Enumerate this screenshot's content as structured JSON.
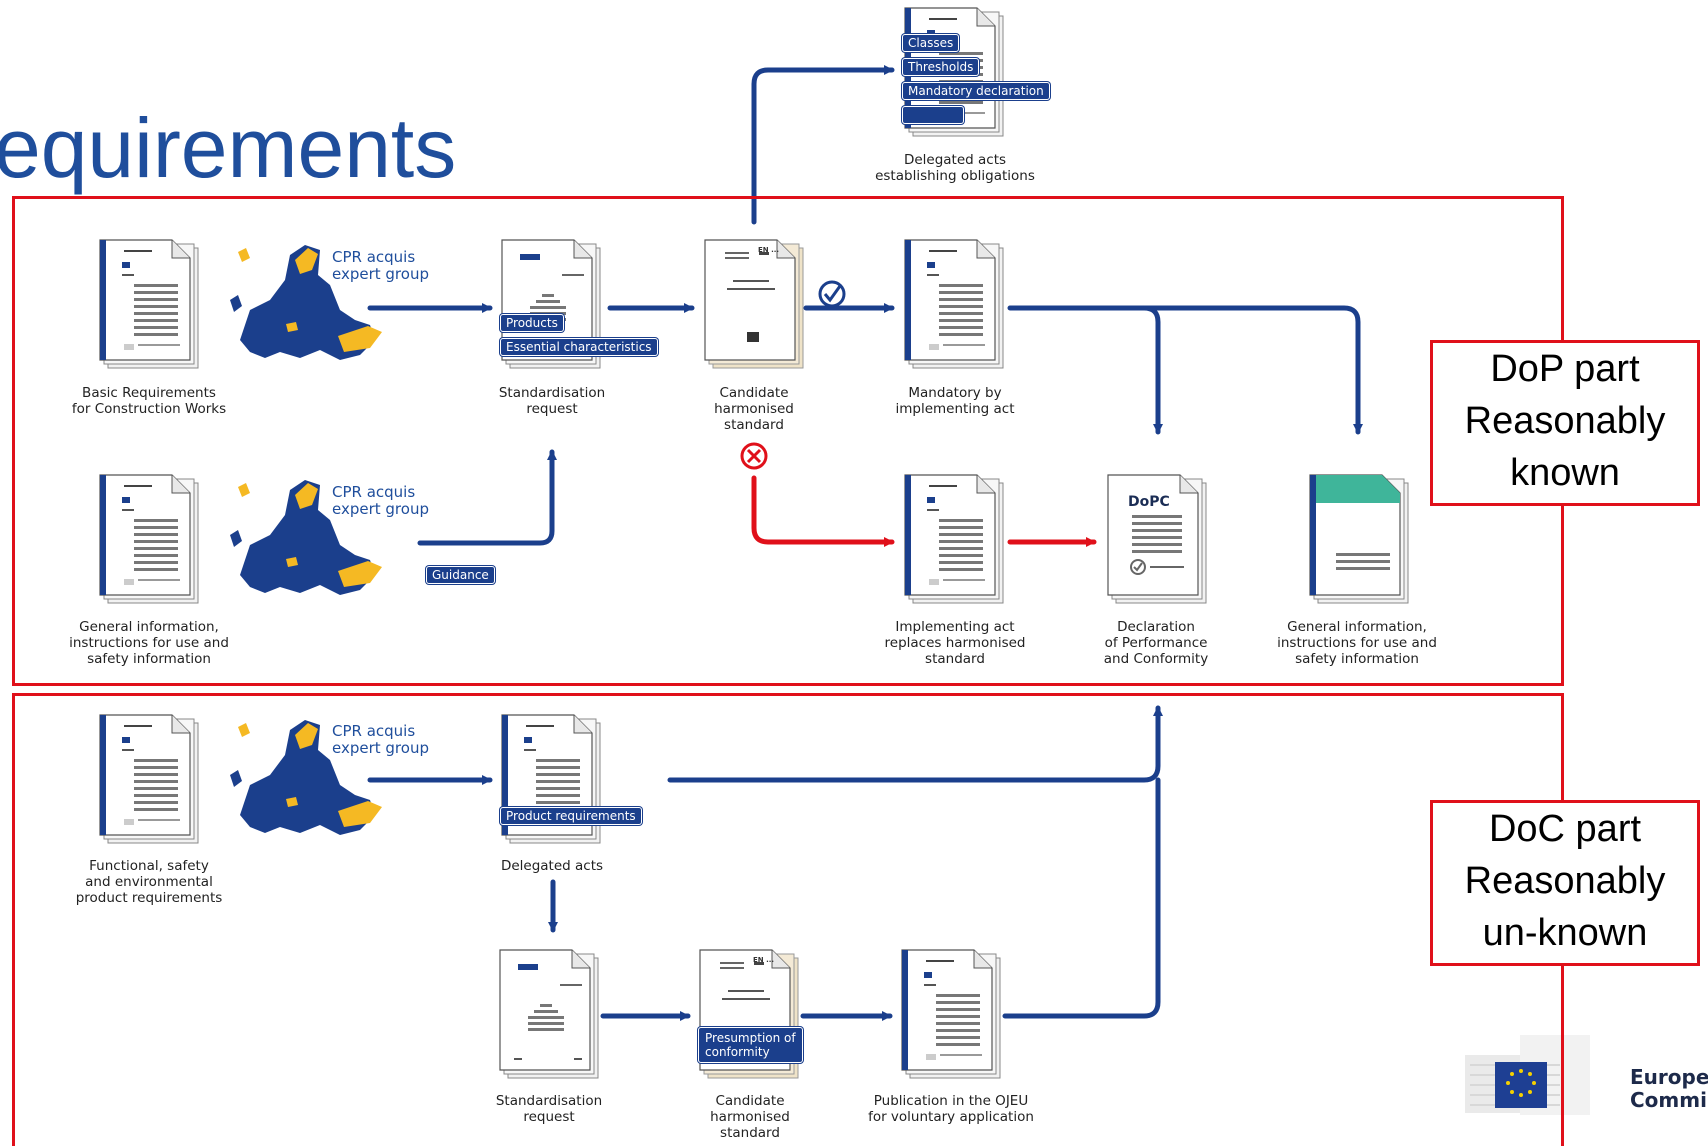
{
  "title": "equirements",
  "regions": {
    "dop_label": "DoP part\nReasonably\nknown",
    "doc_label": "DoC part\nReasonably\nun-known"
  },
  "captions": {
    "basic_requirements": "Basic Requirements\nfor Construction Works",
    "standardisation_request_top": "Standardisation\nrequest",
    "candidate_standard_top": "Candidate\nharmonised\nstandard",
    "mandatory_by_act": "Mandatory by\nimplementing act",
    "delegated_obligations": "Delegated acts\nestablishing obligations",
    "general_info_left": "General information,\ninstructions for use and\nsafety information",
    "implementing_act_replaces": "Implementing act\nreplaces harmonised\nstandard",
    "declaration": "Declaration\nof Performance\nand Conformity",
    "general_info_right": "General information,\ninstructions for use and\nsafety information",
    "functional_requirements": "Functional, safety\nand environmental\nproduct requirements",
    "delegated_acts": "Delegated acts",
    "standardisation_request_bottom": "Standardisation\nrequest",
    "candidate_standard_bottom": "Candidate\nharmonised\nstandard",
    "publication_ojeu": "Publication in the OJEU\nfor voluntary application"
  },
  "eu_groups": {
    "label": "CPR acquis\nexpert group"
  },
  "tags": {
    "classes": "Classes",
    "thresholds": "Thresholds",
    "mandatory_declaration": "Mandatory declaration",
    "products": "Products",
    "essential_characteristics": "Essential characteristics",
    "guidance": "Guidance",
    "product_requirements": "Product requirements",
    "presumption_of_conformity": "Presumption of\nconformity"
  },
  "doc_marks": {
    "dopc": "DoPC",
    "en": "EN ..."
  },
  "logo": {
    "text": "Europea\nCommis"
  },
  "colors": {
    "blue_arrow": "#1b3f8c",
    "red_arrow": "#e0101a",
    "region_border": "#e0101a",
    "title": "#1f4e9c",
    "eu_map_blue": "#1b3f8c",
    "eu_map_yellow": "#f5b923",
    "teal_doc": "#3fb59a"
  }
}
